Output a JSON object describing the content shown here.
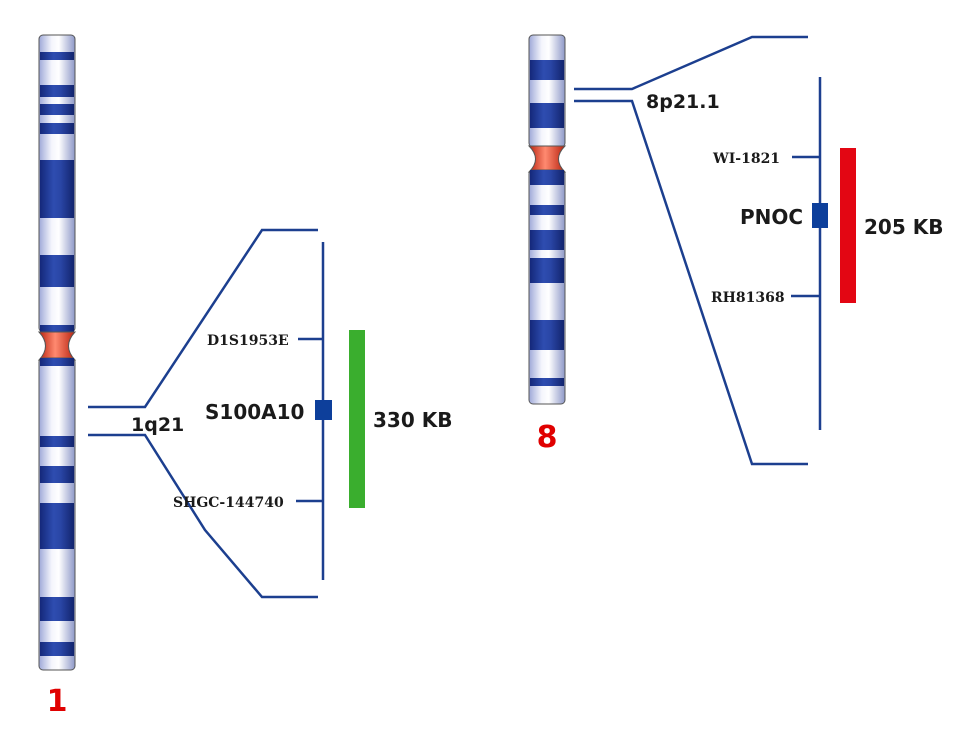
{
  "colors": {
    "band_dark": "#1f3a93",
    "band_light": "#eceef8",
    "centromere": "#e23b2a",
    "line": "#1c3f8f",
    "gene_marker": "#0d3f9b",
    "chr_number": "#e00000",
    "bar_chr1": "#3aae2e",
    "bar_chr8": "#e30613"
  },
  "chr1": {
    "number": "1",
    "band": "1q21",
    "gene": "S100A10",
    "marker_top": "D1S1953E",
    "marker_bottom": "SHGC-144740",
    "size": "330 KB"
  },
  "chr8": {
    "number": "8",
    "band": "8p21.1",
    "gene": "PNOC",
    "marker_top": "WI-1821",
    "marker_bottom": "RH81368",
    "size": "205 KB"
  }
}
